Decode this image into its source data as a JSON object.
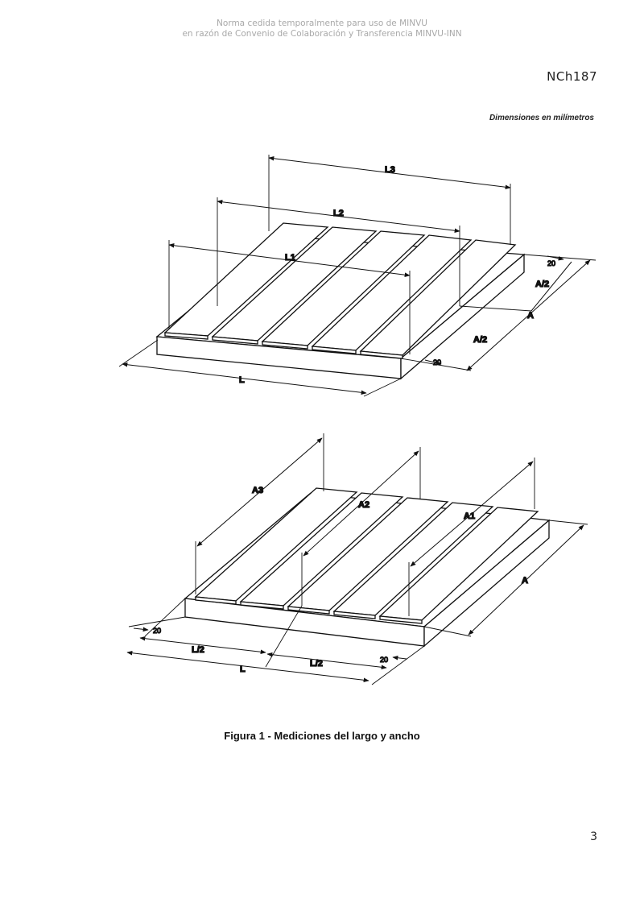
{
  "watermark": {
    "line1": "Norma cedida temporalmente para uso de MINVU",
    "line2": "en razón de Convenio de Colaboración y Transferencia MINVU-INN"
  },
  "header": {
    "doc_code": "NCh187",
    "units_note": "Dimensiones en milímetros"
  },
  "figure_top": {
    "labels": {
      "L3": "L3",
      "L2": "L2",
      "L1": "L1",
      "L": "L",
      "A": "A",
      "A_half_top": "A/2",
      "A_half_bottom": "A/2",
      "d20_top": "20",
      "d20_bottom": "20"
    }
  },
  "figure_bottom": {
    "labels": {
      "A3": "A3",
      "A2": "A2",
      "A1": "A1",
      "A": "A",
      "L": "L",
      "L_half_left": "L/2",
      "L_half_right": "L/2",
      "d20_left": "20",
      "d20_right": "20"
    }
  },
  "caption": "Figura 1 - Mediciones del largo y ancho",
  "page_number": "3",
  "colors": {
    "ink": "#111111",
    "watermark": "#a8a8a8"
  }
}
